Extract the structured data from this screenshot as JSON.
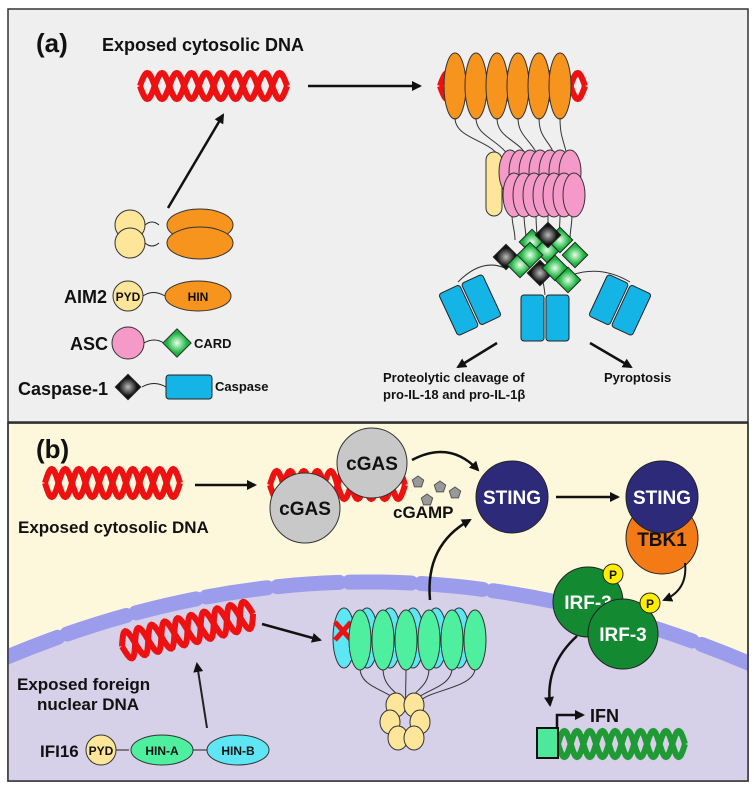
{
  "panel_a": {
    "label": "(a)",
    "title": "Exposed cytosolic DNA",
    "legend": {
      "aim2": "AIM2",
      "pyd": "PYD",
      "hin": "HIN",
      "asc": "ASC",
      "card": "CARD",
      "caspase1": "Caspase-1",
      "caspase": "Caspase"
    },
    "outcome_cleavage_1": "Proteolytic cleavage of",
    "outcome_cleavage_2": "pro-IL-18 and pro-IL-1β",
    "outcome_pyroptosis": "Pyroptosis"
  },
  "panel_b": {
    "label": "(b)",
    "cytosolic_dna": "Exposed cytosolic DNA",
    "cgas": "cGAS",
    "cgamp": "cGAMP",
    "sting": "STING",
    "tbk1": "TBK1",
    "irf3": "IRF-3",
    "p": "P",
    "ifn": "IFN",
    "nuclear_dna_1": "Exposed foreign",
    "nuclear_dna_2": "nuclear DNA",
    "ifi16": "IFI16",
    "pyd": "PYD",
    "hin_a": "HIN-A",
    "hin_b": "HIN-B"
  },
  "colors": {
    "dna": "#ee1111",
    "aim2_hin": "#f7941d",
    "pyd": "#fde69a",
    "asc": "#f59ac8",
    "card": "#22c24a",
    "caspase": "#14b4e6",
    "sting": "#2e2a7a",
    "tbk1": "#f47a16",
    "irf3": "#138a32",
    "cgas": "#c8c8c8",
    "hin_a": "#4ef0a0",
    "hin_b": "#5fe6f5",
    "nucleus": "#d6d0e8",
    "membrane": "#9c9cec"
  }
}
